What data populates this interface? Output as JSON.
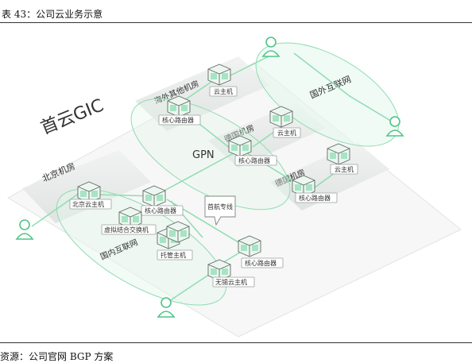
{
  "caption": "表 43：公司云业务示意",
  "source": "资源：公司官网 BGP 方案",
  "diagram": {
    "brand": "首云GIC",
    "backbone": "GPN",
    "rooms": {
      "overseas": "海外其他机房",
      "germany_a": "德国机房",
      "germany_b": "德国机房",
      "beijing": "北京机房",
      "internet_top": "国外互联网",
      "internet_bottom": "国内互联网"
    },
    "nodes": {
      "core_router_1": "核心路由器",
      "core_router_2": "核心路由器",
      "core_router_3": "核心路由器",
      "core_router_4": "核心路由器",
      "core_router_5": "核心路由器",
      "cloud_host_1": "云主机",
      "cloud_host_2": "云主机",
      "cloud_host_3": "云主机",
      "beijing_cloud_host": "北京云主机",
      "wuxi_cloud_host": "无锡云主机",
      "virtual_switch": "虚拟结合交换机",
      "hosted_host": "托管主机",
      "intl_line": "首航专线"
    }
  }
}
